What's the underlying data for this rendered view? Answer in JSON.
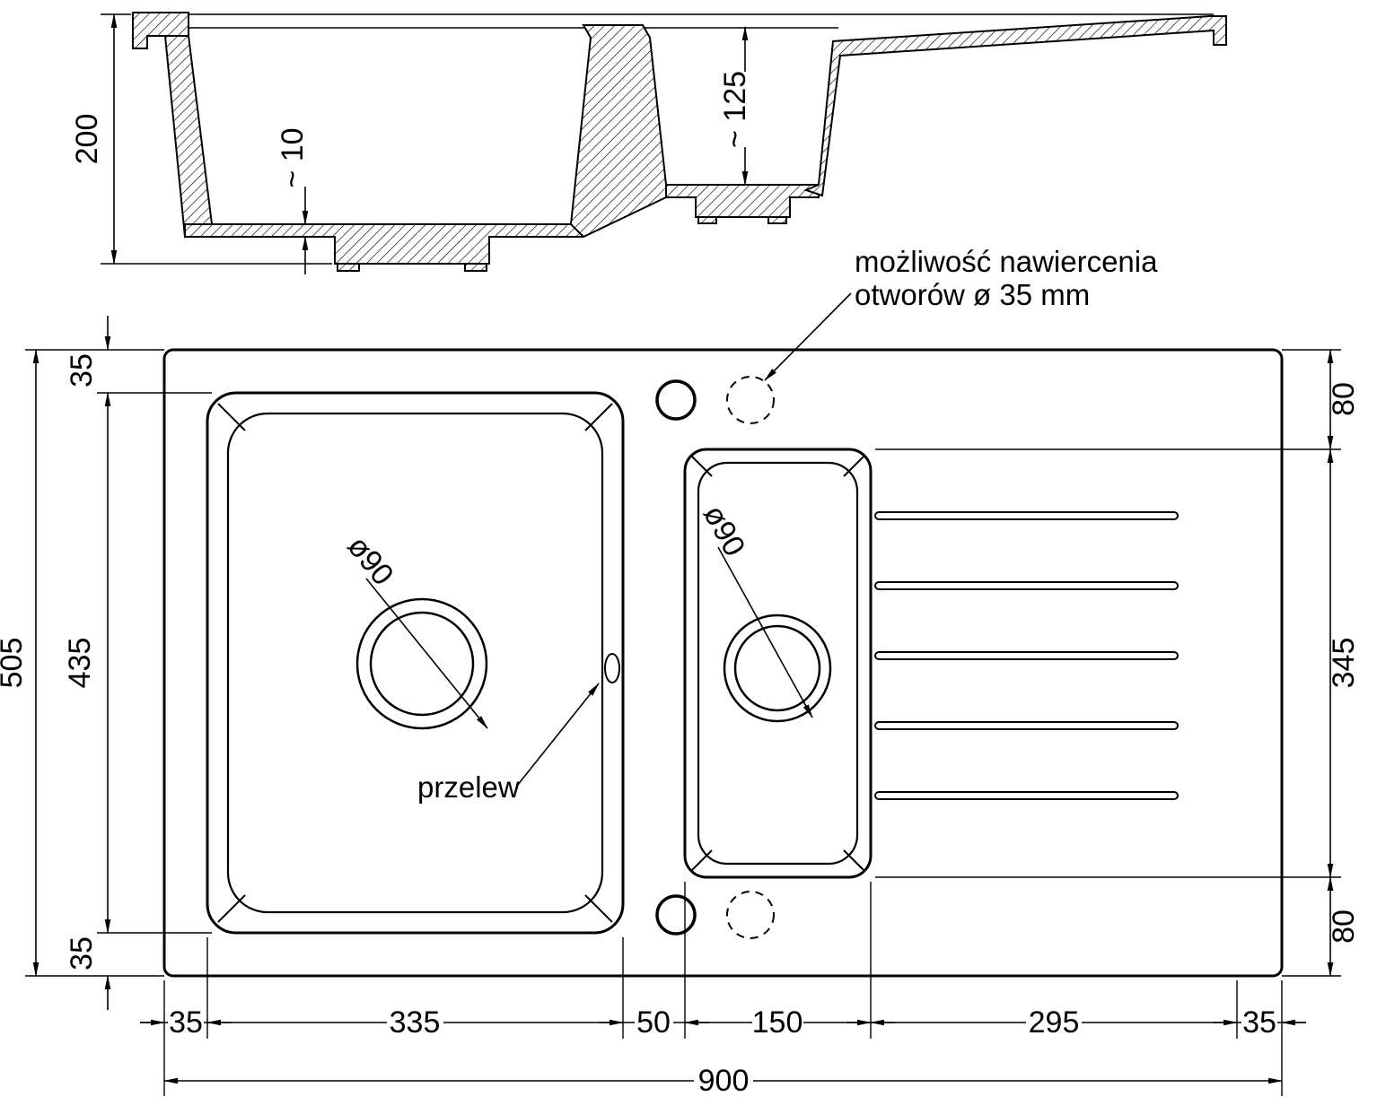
{
  "colors": {
    "line": "#000000",
    "background": "#ffffff"
  },
  "section_view": {
    "dims": {
      "overall_depth": "200",
      "bottom_thickness": "~ 10",
      "small_bowl_depth": "~ 125"
    }
  },
  "plan_view": {
    "labels": {
      "main_drain": "ø90",
      "small_drain": "ø90",
      "overflow": "przelew",
      "drill_note_line1": "możliwość nawiercenia",
      "drill_note_line2": "otworów ø 35 mm"
    },
    "dims": {
      "left_margin_top": "35",
      "bowl_length": "435",
      "left_margin_bottom": "35",
      "overall_length": "505",
      "right_margin_top": "80",
      "drainer_length": "345",
      "right_margin_bottom": "80",
      "bottom_left_margin": "35",
      "main_bowl_width": "335",
      "divider_width": "50",
      "small_bowl_width": "150",
      "drainer_width": "295",
      "bottom_right_margin": "35",
      "overall_width": "900"
    }
  }
}
